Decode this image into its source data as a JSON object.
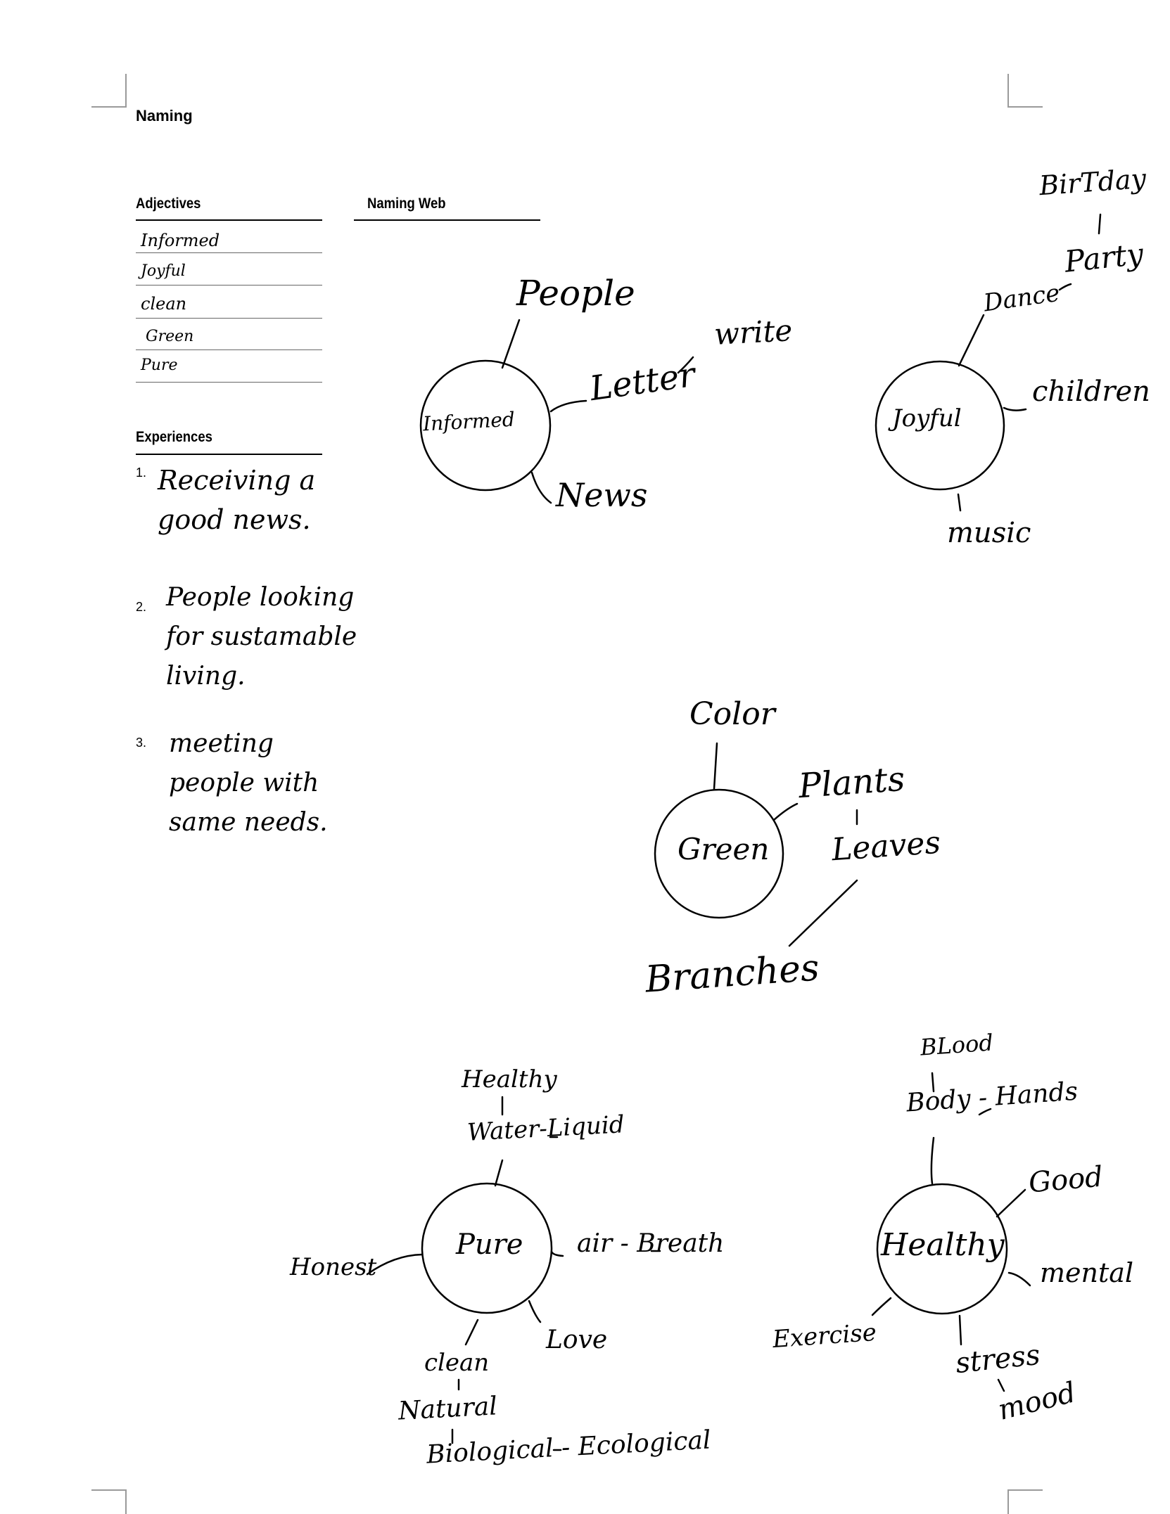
{
  "header": {
    "title": "Naming"
  },
  "adjectives": {
    "label": "Adjectives",
    "items": [
      "Informed",
      "Joyful",
      "clean",
      "Green",
      "Pure"
    ]
  },
  "naming_web": {
    "label": "Naming Web",
    "hubs": {
      "informed": {
        "center": "Informed",
        "people": "People",
        "letter": "Letter",
        "write": "write",
        "news": "News"
      },
      "joyful": {
        "center": "Joyful",
        "birthday": "BirTday",
        "party": "Party",
        "dance": "Dance",
        "children": "children",
        "music": "music"
      },
      "green": {
        "center": "Green",
        "color": "Color",
        "plants": "Plants",
        "leaves": "Leaves",
        "branches": "Branches"
      },
      "pure": {
        "center": "Pure",
        "healthy": "Healthy",
        "water_liquid": "Water-Liquid",
        "air_breath": "air - Breath",
        "honest": "Honest",
        "clean": "clean",
        "natural": "Natural",
        "biological_ecological": "Biological - Ecological",
        "love": "Love"
      },
      "healthy": {
        "center": "Healthy",
        "blood": "BLood",
        "body_hands": "Body - Hands",
        "good": "Good",
        "mental": "mental",
        "exercise": "Exercise",
        "stress": "stress",
        "mood": "mood"
      }
    }
  },
  "experiences": {
    "label": "Experiences",
    "items": [
      {
        "num": "1.",
        "text": "Receiving a\ngood news."
      },
      {
        "num": "2.",
        "text": "People looking\nfor sustamable\nliving."
      },
      {
        "num": "3.",
        "text": "meeting\npeople with\nsame needs."
      }
    ]
  }
}
